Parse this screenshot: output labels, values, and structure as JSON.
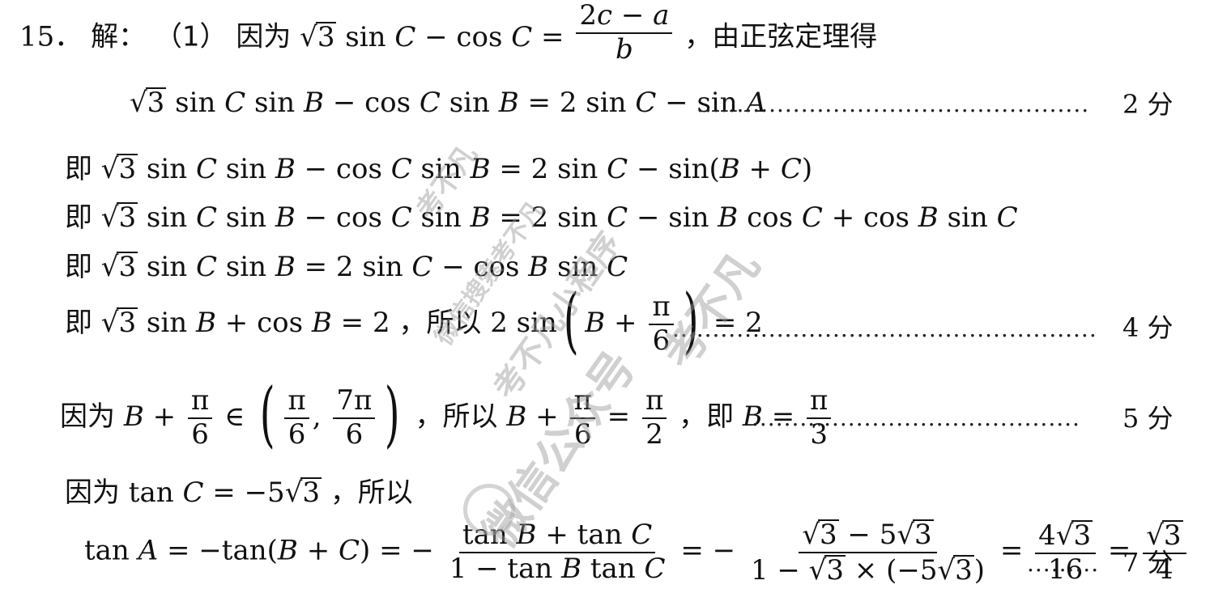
{
  "problem": {
    "number": "15．",
    "solve": "解：",
    "part": "（1）",
    "because": "因为",
    "law": "，由正弦定理得"
  },
  "lines": {
    "l2": "√3 sin C sin B − cos C sin B = 2 sin C − sin A",
    "l3": "即 √3 sin C sin B − cos C sin B = 2 sin C − sin(B + C)",
    "l4": "即 √3 sin C sin B − cos C sin B = 2 sin C − sin B cos C + cos B sin C",
    "l5": "即 √3 sin C sin B = 2 sin C − cos B sin C",
    "l6a": "即 √3 sin B + cos B = 2",
    "l6b": "，所以",
    "l7a": "因为",
    "l7b": "，所以",
    "l7c": "，即",
    "l8a": "因为",
    "l8b": "tan C = −5√3",
    "l8c": "，所以",
    "l9": "tan A = −tan(B + C) = −"
  },
  "scores": {
    "s2": "2 分",
    "s4": "4 分",
    "s5": "5 分",
    "s7": "7 分"
  },
  "watermarks": {
    "w1": "考不凡",
    "w2": "微信搜索考不凡",
    "w3": "考不凡小程序",
    "w4": "考不凡",
    "w5": "微信公众号"
  }
}
